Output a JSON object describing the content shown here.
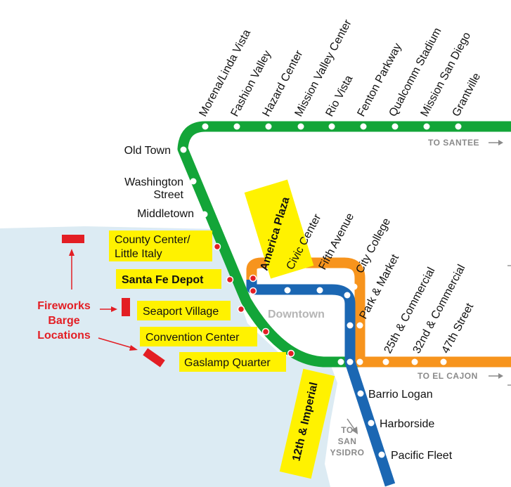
{
  "colors": {
    "water": "#dcebf3",
    "green_line": "#13a538",
    "orange_line": "#f7941d",
    "blue_line": "#1b67b3",
    "highlight": "#fff200",
    "fireworks": "#e31e24",
    "stop_fill": "#ffffff",
    "special_stop": "#e31e24",
    "direction_text": "#8a8a8a"
  },
  "green_line_stations": [
    "Morena/Linda Vista",
    "Fashion Valley",
    "Hazard Center",
    "Mission Valley Center",
    "Rio Vista",
    "Fenton Parkway",
    "Qualcomm Stadium",
    "Mission San Diego",
    "Grantville"
  ],
  "west_stations": {
    "old_town": "Old Town",
    "washington_1": "Washington",
    "washington_2": "Street",
    "middletown": "Middletown"
  },
  "highlighted_stations": {
    "county_center_1": "County Center/",
    "county_center_2": "Little Italy",
    "santa_fe": "Santa Fe Depot",
    "seaport": "Seaport Village",
    "convention": "Convention Center",
    "gaslamp": "Gaslamp Quarter",
    "america_plaza": "America Plaza",
    "imperial": "12th & Imperial"
  },
  "downtown_stations": [
    "Civic Center",
    "Fifth Avenue",
    "City College",
    "Park & Market"
  ],
  "orange_line_stations": [
    "25th & Commercial",
    "32nd & Commercial",
    "47th Street"
  ],
  "blue_line_stations": [
    "Barrio Logan",
    "Harborside",
    "Pacific Fleet"
  ],
  "area_label": "Downtown",
  "directions": {
    "santee": "TO SANTEE",
    "el_cajon": "TO EL CAJON",
    "san_ysidro_1": "TO",
    "san_ysidro_2": "SAN",
    "san_ysidro_3": "YSIDRO"
  },
  "fireworks": {
    "label_1": "Fireworks",
    "label_2": "Barge",
    "label_3": "Locations"
  }
}
